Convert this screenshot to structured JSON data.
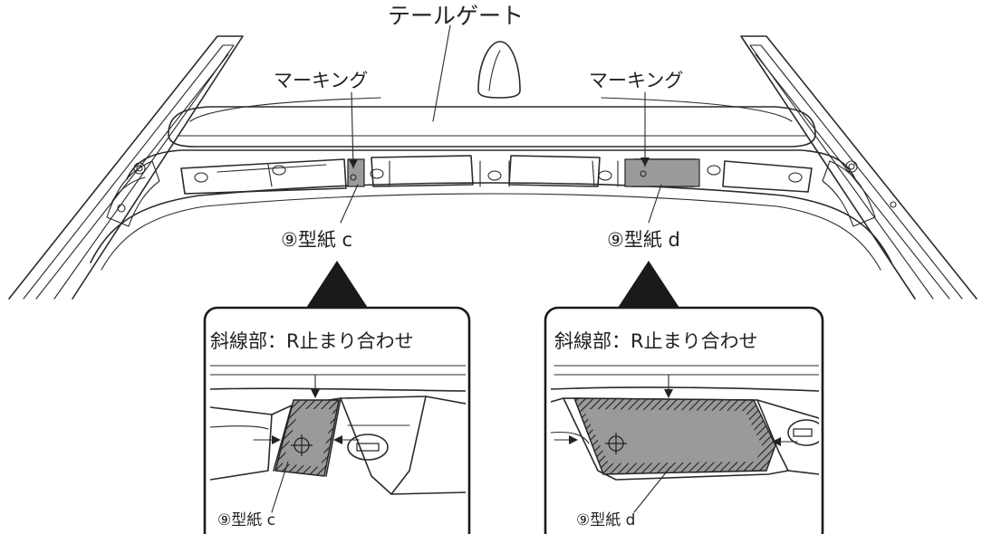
{
  "labels": {
    "tailgate": "テールゲート",
    "marking_left": "マーキング",
    "marking_right": "マーキング",
    "template_c_top": "⑨型紙 c",
    "template_d_top": "⑨型紙 d"
  },
  "detail_left": {
    "heading": "斜線部：R止まり合わせ",
    "template": "⑨型紙 c"
  },
  "detail_right": {
    "heading": "斜線部：R止まり合わせ",
    "template": "⑨型紙 d"
  },
  "colors": {
    "line": "#2a2a2a",
    "template_fill": "#9a9a9a",
    "background": "#ffffff"
  }
}
